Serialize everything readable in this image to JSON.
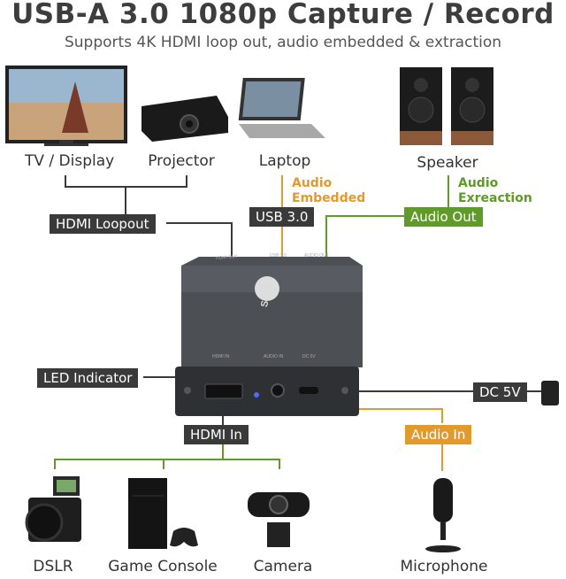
{
  "header": {
    "title": "USB-A 3.0 1080p Capture / Record",
    "subtitle": "Supports 4K HDMI loop out, audio embedded & extraction"
  },
  "devices": {
    "tv": "TV / Display",
    "projector": "Projector",
    "laptop": "Laptop",
    "speaker": "Speaker",
    "dslr": "DSLR",
    "console": "Game Console",
    "camera": "Camera",
    "microphone": "Microphone"
  },
  "tags": {
    "hdmi_loopout": "HDMI Loopout",
    "usb": "USB 3.0",
    "audio_out": "Audio Out",
    "led": "LED Indicator",
    "dc": "DC 5V",
    "hdmi_in": "HDMI In",
    "audio_in": "Audio In"
  },
  "notes": {
    "audio_embedded_1": "Audio",
    "audio_embedded_2": "Embedded",
    "audio_extraction_1": "Audio",
    "audio_extraction_2": "Exreaction"
  },
  "device_body": {
    "logo": "SIIG",
    "port_hdmi_out": "HDMI OUT",
    "port_usb": "USB 3.0",
    "port_audio_out": "AUDIO OUT",
    "port_hdmi_in": "HDMI IN",
    "port_audio_in": "AUDIO IN",
    "port_dc": "DC 5V"
  },
  "colors": {
    "dark_line": "#3a3a3a",
    "green": "#5f9a2a",
    "orange": "#e39a2c"
  }
}
